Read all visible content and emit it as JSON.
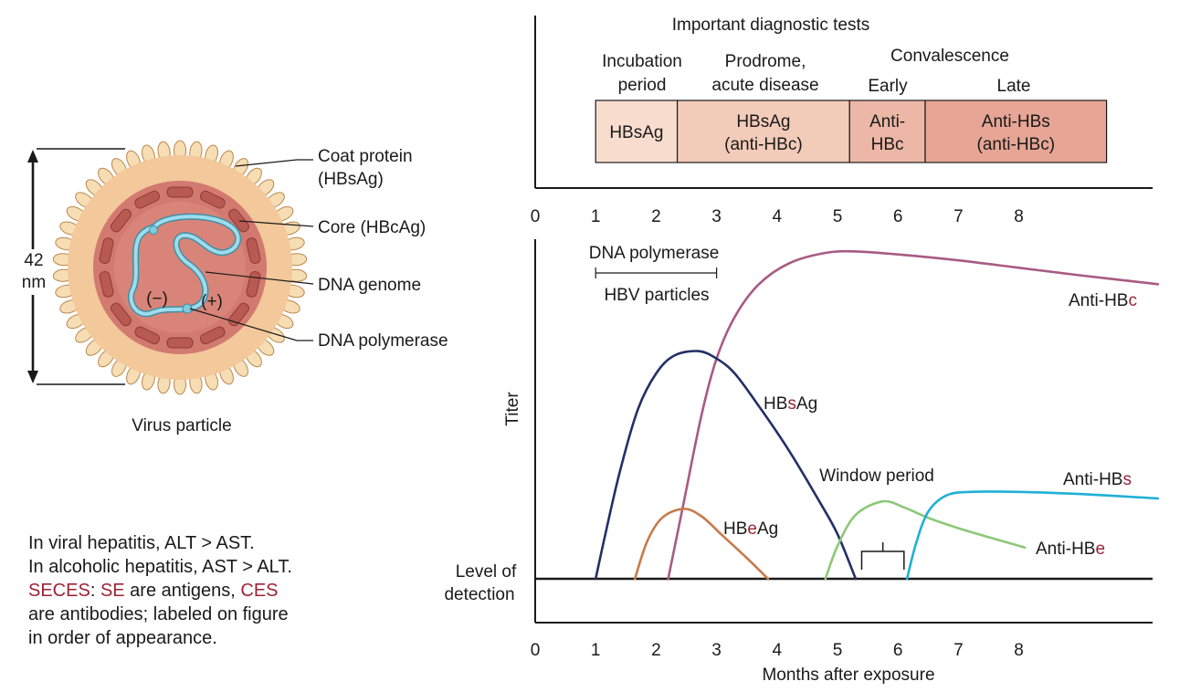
{
  "virus": {
    "size_value": "42",
    "size_unit": "nm",
    "caption": "Virus particle",
    "labels": {
      "coat_protein_1": "Coat protein",
      "coat_protein_2": "(HBsAg)",
      "core": "Core (HBcAg)",
      "dna_genome": "DNA genome",
      "dna_polymerase": "DNA polymerase",
      "minus_strand": "(−)",
      "plus_strand": "(+)"
    },
    "colors": {
      "outer": "#f3c89a",
      "spikes": "#f7ddb4",
      "core": "#d27a70",
      "capsomere": "#b85a52",
      "dna": "#7fcadd"
    }
  },
  "notes": {
    "line1": "In viral hepatitis, ALT > AST.",
    "line2": "In alcoholic hepatitis, AST > ALT.",
    "secess": "SECES",
    "colon": ": ",
    "se": "SE",
    "are_antigens": " are antigens, ",
    "ces": "CES",
    "line4": "are antibodies; labeled on figure",
    "line5": "in order of appearance."
  },
  "tests_panel": {
    "title": "Important diagnostic tests",
    "phase_labels": {
      "incubation_1": "Incubation",
      "incubation_2": "period",
      "prodrome_1": "Prodrome,",
      "prodrome_2": "acute disease",
      "convalescence": "Convalescence",
      "early": "Early",
      "late": "Late"
    },
    "boxes": [
      {
        "start": 1.0,
        "end": 2.35,
        "line1": "HBsAg",
        "line2": "",
        "color": "#f8dccd"
      },
      {
        "start": 2.35,
        "end": 5.2,
        "line1": "HBsAg",
        "line2": "(anti-HBc)",
        "color": "#f3cbb9"
      },
      {
        "start": 5.2,
        "end": 6.45,
        "line1": "Anti-",
        "line2": "HBc",
        "color": "#ecb7a6"
      },
      {
        "start": 6.45,
        "end": 9.45,
        "line1": "Anti-HBs",
        "line2": "(anti-HBc)",
        "color": "#e6a595"
      }
    ],
    "x_ticks": [
      "0",
      "1",
      "2",
      "3",
      "4",
      "5",
      "6",
      "7",
      "8"
    ]
  },
  "chart_data": {
    "type": "line",
    "xlabel": "Months after exposure",
    "ylabel": "Titer",
    "xlim": [
      0,
      10.3
    ],
    "ylim": [
      -1,
      11
    ],
    "x_ticks": [
      0,
      1,
      2,
      3,
      4,
      5,
      6,
      7,
      8
    ],
    "detection_label_1": "Level of",
    "detection_label_2": "detection",
    "detection_level": 0,
    "series": [
      {
        "name": "Anti-HBc",
        "label_prefix": "Anti-HB",
        "label_suffix": "c",
        "color": "#a85a84",
        "points": [
          [
            2.2,
            0
          ],
          [
            2.45,
            2.5
          ],
          [
            2.75,
            5.5
          ],
          [
            3.0,
            7.4
          ],
          [
            3.3,
            8.8
          ],
          [
            3.7,
            9.9
          ],
          [
            4.2,
            10.6
          ],
          [
            4.8,
            10.95
          ],
          [
            5.3,
            11.0
          ],
          [
            6.0,
            10.9
          ],
          [
            7.0,
            10.7
          ],
          [
            8.0,
            10.45
          ],
          [
            9.0,
            10.2
          ],
          [
            10.3,
            9.9
          ]
        ]
      },
      {
        "name": "HBsAg",
        "label_prefix": "HB",
        "label_suffix": "s",
        "label_rest": "Ag",
        "color": "#233066",
        "points": [
          [
            1.0,
            0
          ],
          [
            1.15,
            1.4
          ],
          [
            1.4,
            3.6
          ],
          [
            1.7,
            5.7
          ],
          [
            2.0,
            6.9
          ],
          [
            2.3,
            7.5
          ],
          [
            2.7,
            7.65
          ],
          [
            3.0,
            7.4
          ],
          [
            3.3,
            6.9
          ],
          [
            3.7,
            5.8
          ],
          [
            4.2,
            4.3
          ],
          [
            4.7,
            2.6
          ],
          [
            5.0,
            1.5
          ],
          [
            5.3,
            0
          ]
        ]
      },
      {
        "name": "HBeAg",
        "label_prefix": "HB",
        "label_suffix": "e",
        "label_rest": "Ag",
        "color": "#c77a4a",
        "points": [
          [
            1.65,
            0
          ],
          [
            1.85,
            1.25
          ],
          [
            2.1,
            2.05
          ],
          [
            2.45,
            2.35
          ],
          [
            2.75,
            2.1
          ],
          [
            3.1,
            1.45
          ],
          [
            3.5,
            0.7
          ],
          [
            3.85,
            0
          ]
        ]
      },
      {
        "name": "Anti-HBe",
        "label_prefix": "Anti-HB",
        "label_suffix": "e",
        "color": "#8cc878",
        "points": [
          [
            4.8,
            0
          ],
          [
            5.0,
            1.1
          ],
          [
            5.3,
            2.15
          ],
          [
            5.75,
            2.6
          ],
          [
            6.1,
            2.4
          ],
          [
            6.5,
            2.05
          ],
          [
            7.0,
            1.7
          ],
          [
            7.5,
            1.4
          ],
          [
            8.1,
            1.05
          ]
        ]
      },
      {
        "name": "Anti-HBs",
        "label_prefix": "Anti-HB",
        "label_suffix": "s",
        "color": "#1fb0d5",
        "points": [
          [
            6.15,
            0
          ],
          [
            6.3,
            1.2
          ],
          [
            6.5,
            2.25
          ],
          [
            6.8,
            2.8
          ],
          [
            7.2,
            2.92
          ],
          [
            8.0,
            2.92
          ],
          [
            9.0,
            2.85
          ],
          [
            10.3,
            2.7
          ]
        ]
      }
    ],
    "annotations": {
      "dna_polymerase": "DNA polymerase",
      "hbv_particles": "HBV particles",
      "window_period": "Window period"
    },
    "ranges": {
      "dna_polymerase_hbv": [
        1.0,
        3.0
      ],
      "window_period": [
        5.4,
        6.1
      ]
    }
  }
}
